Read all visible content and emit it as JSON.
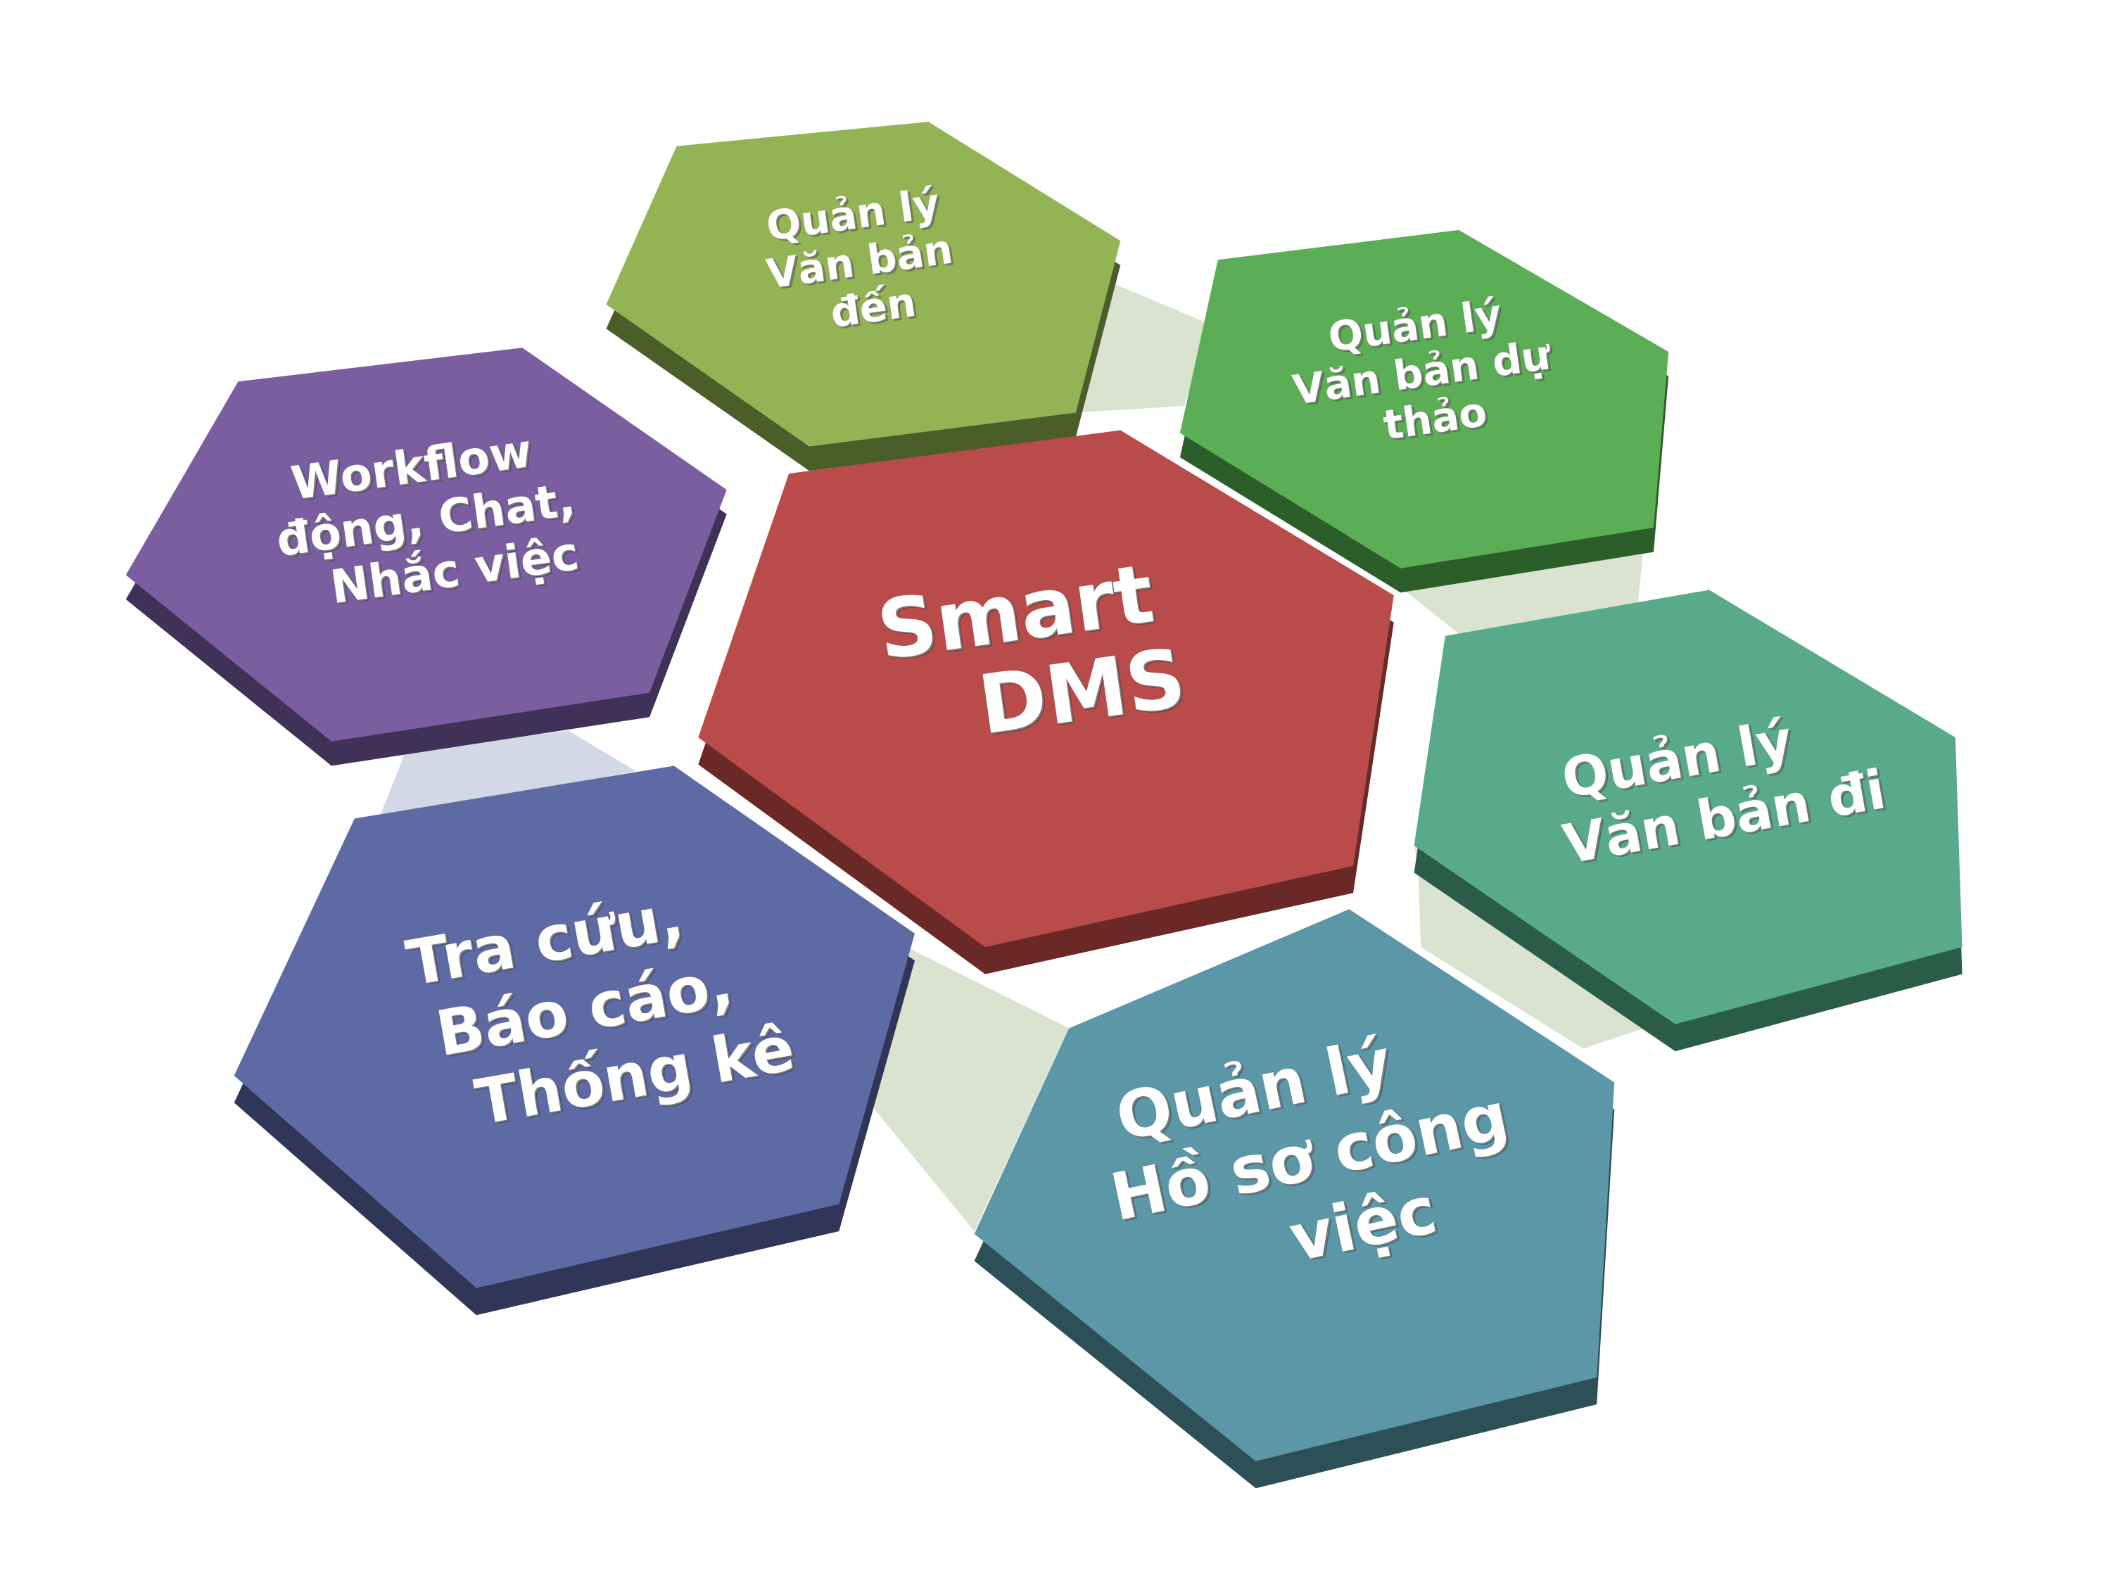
{
  "title": "Smart DMS diagram",
  "colors": {
    "center": "#b94c4a",
    "incoming": "#93b454",
    "draft": "#5bae55",
    "workflow": "#7a5ea0",
    "outgoing": "#58aa8a",
    "search": "#5d6aa3",
    "records": "#5b97a6"
  },
  "center": {
    "lines": [
      "Smart",
      "DMS"
    ]
  },
  "modules": {
    "incoming": {
      "lines": [
        "Quản lý",
        "Văn bản",
        "đến"
      ]
    },
    "draft": {
      "lines": [
        "Quản lý",
        "Văn bản dự",
        "thảo"
      ]
    },
    "workflow": {
      "lines": [
        "Workflow",
        "động, Chat,",
        "Nhắc việc"
      ]
    },
    "outgoing": {
      "lines": [
        "Quản lý",
        "Văn bản đi"
      ]
    },
    "search": {
      "lines": [
        "Tra cứu,",
        "Báo cáo,",
        "Thống kê"
      ]
    },
    "records": {
      "lines": [
        "Quản lý",
        "Hồ sơ công",
        "việc"
      ]
    }
  }
}
